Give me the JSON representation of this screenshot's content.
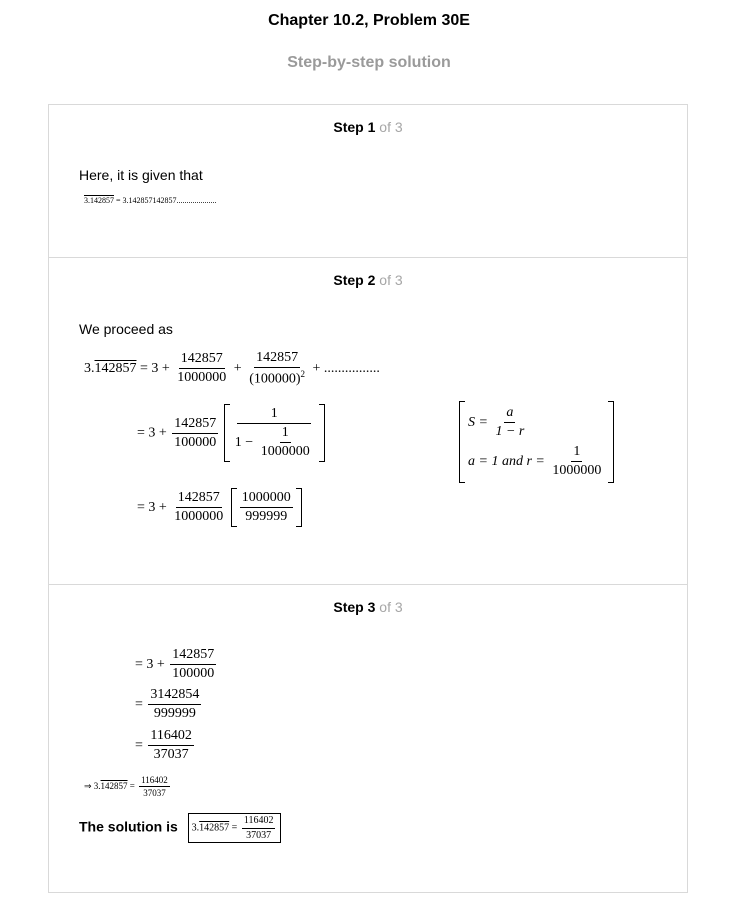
{
  "header": {
    "title": "Chapter 10.2, Problem 30E",
    "subtitle": "Step-by-step solution"
  },
  "steps": [
    {
      "word": "Step",
      "number": "1",
      "of_text": " of 3",
      "text": "Here, it is given that",
      "given_rep": "3.142857",
      "given_rhs": " = 3.142857142857...................."
    },
    {
      "word": "Step",
      "number": "2",
      "of_text": " of 3",
      "text": "We proceed as",
      "l1_lead": "3.",
      "l1_rep": "142857",
      "l1_eq": " = 3 + ",
      "f1_num": "142857",
      "f1_den": "1000000",
      "plus": " + ",
      "f2_num": "142857",
      "f2_den": "(100000)",
      "exp": "2",
      "tail": " + ................",
      "l2_lead": "= 3 + ",
      "l2_num": "142857",
      "l2_den": "100000",
      "l2_in_num": "1",
      "l2_in_one": "1 − ",
      "l2_in_in_num": "1",
      "l2_in_in_den": "1000000",
      "l3_lead": "= 3 + ",
      "l3_num": "142857",
      "l3_den": "1000000",
      "l3_b_num": "1000000",
      "l3_b_den": "999999",
      "side_s": "S = ",
      "side_a": "a",
      "side_1r": "1 − r",
      "side_line2": "a = 1 and r = ",
      "side_one": "1",
      "side_den": "1000000"
    },
    {
      "word": "Step",
      "number": "3",
      "of_text": " of 3",
      "m1_lead": "= 3 + ",
      "m1_num": "142857",
      "m1_den": "100000",
      "m2_lead": "= ",
      "m2_num": "3142854",
      "m2_den": "999999",
      "m3_lead": "= ",
      "m3_num": "116402",
      "m3_den": "37037",
      "conc_arrow": "⇒ 3.",
      "conc_rep": "142857",
      "conc_eq": " = ",
      "conc_num": "116402",
      "conc_den": "37037",
      "solution_label": "The solution is",
      "box_lead": "3.",
      "box_rep": "142857",
      "box_eq": " = ",
      "box_num": "116402",
      "box_den": "37037"
    }
  ]
}
